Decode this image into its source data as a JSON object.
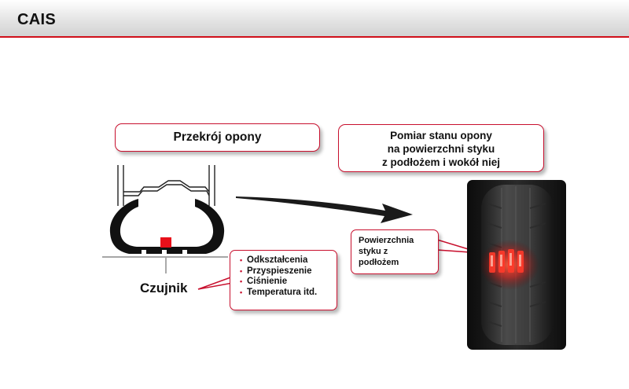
{
  "header": {
    "title": "CAIS",
    "accent_color": "#d0101a"
  },
  "diagram": {
    "cross_section_title": "Przekrój opony",
    "measurement_title": [
      "Pomiar stanu opony",
      "na powierzchni styku",
      "z podłożem i wokół niej"
    ],
    "contact_patch_label": [
      "Powierzchnia",
      "styku z",
      "podłożem"
    ],
    "sensor_label": "Czujnik",
    "measured_parameters": [
      "Odkształcenia",
      "Przyspieszenie",
      "Ciśnienie",
      "Temperatura itd."
    ],
    "callout_border_color": "#c8102e",
    "sensor_color": "#e8101a"
  }
}
